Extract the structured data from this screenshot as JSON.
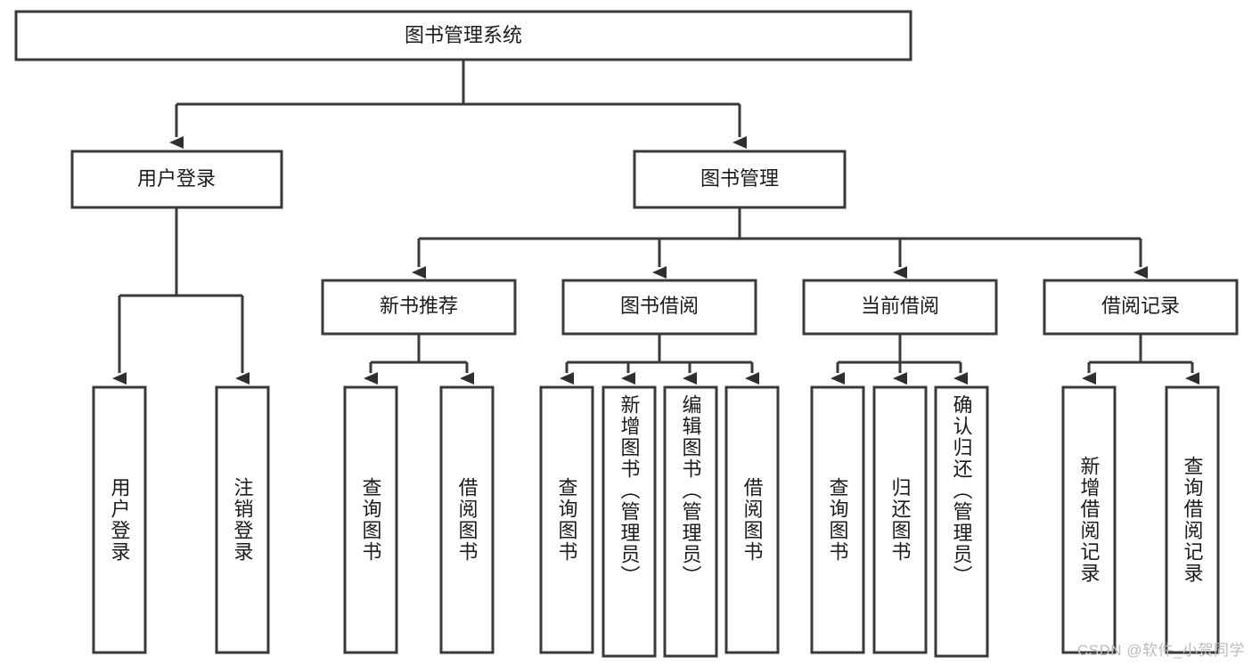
{
  "diagram": {
    "title": "图书管理系统",
    "type": "tree-hierarchy",
    "orientation": "top-down",
    "levels": 4,
    "root": {
      "id": "root",
      "label": "图书管理系统"
    },
    "level2": [
      {
        "id": "user-login",
        "label": "用户登录"
      },
      {
        "id": "book-manage",
        "label": "图书管理"
      }
    ],
    "level3": [
      {
        "id": "new-book-rec",
        "label": "新书推荐",
        "parent": "book-manage"
      },
      {
        "id": "book-borrow",
        "label": "图书借阅",
        "parent": "book-manage"
      },
      {
        "id": "current-borrow",
        "label": "当前借阅",
        "parent": "book-manage"
      },
      {
        "id": "borrow-record",
        "label": "借阅记录",
        "parent": "book-manage"
      }
    ],
    "leaves": [
      {
        "id": "leaf-user-login",
        "label": "用户登录",
        "parent": "user-login"
      },
      {
        "id": "leaf-logout",
        "label": "注销登录",
        "parent": "user-login"
      },
      {
        "id": "leaf-query-book-1",
        "label": "查询图书",
        "parent": "new-book-rec"
      },
      {
        "id": "leaf-borrow-book-1",
        "label": "借阅图书",
        "parent": "new-book-rec"
      },
      {
        "id": "leaf-query-book-2",
        "label": "查询图书",
        "parent": "book-borrow"
      },
      {
        "id": "leaf-add-book",
        "label": "新增图书（管理员）",
        "parent": "book-borrow"
      },
      {
        "id": "leaf-edit-book",
        "label": "编辑图书（管理员）",
        "parent": "book-borrow"
      },
      {
        "id": "leaf-borrow-book-2",
        "label": "借阅图书",
        "parent": "book-borrow"
      },
      {
        "id": "leaf-query-book-3",
        "label": "查询图书",
        "parent": "current-borrow"
      },
      {
        "id": "leaf-return-book",
        "label": "归还图书",
        "parent": "current-borrow"
      },
      {
        "id": "leaf-confirm-return",
        "label": "确认归还（管理员）",
        "parent": "current-borrow"
      },
      {
        "id": "leaf-add-record",
        "label": "新增借阅记录",
        "parent": "borrow-record"
      },
      {
        "id": "leaf-query-record",
        "label": "查询借阅记录",
        "parent": "borrow-record"
      }
    ]
  },
  "colors": {
    "stroke": "#3a3a3a",
    "fill": "#ffffff",
    "text": "#1b1b1b",
    "watermark": "#b9bcc0"
  },
  "watermark": {
    "text": "CSDN @软件_小贺同学"
  }
}
